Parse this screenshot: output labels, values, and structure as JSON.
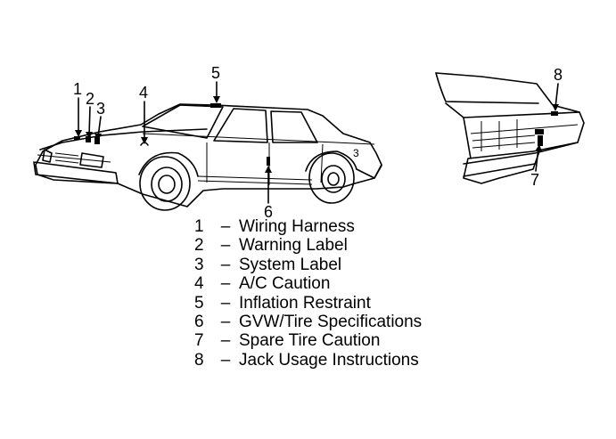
{
  "callouts": {
    "front_car": [
      "1",
      "2",
      "3",
      "4",
      "5",
      "6"
    ],
    "rear_car": [
      "7",
      "8"
    ]
  },
  "legend": [
    {
      "num": "1",
      "dash": "–",
      "label": "Wiring Harness"
    },
    {
      "num": "2",
      "dash": "–",
      "label": "Warning Label"
    },
    {
      "num": "3",
      "dash": "–",
      "label": "System Label"
    },
    {
      "num": "4",
      "dash": "–",
      "label": "A/C Caution"
    },
    {
      "num": "5",
      "dash": "–",
      "label": "Inflation Restraint"
    },
    {
      "num": "6",
      "dash": "–",
      "label": "GVW/Tire Specifications"
    },
    {
      "num": "7",
      "dash": "–",
      "label": "Spare Tire Caution"
    },
    {
      "num": "8",
      "dash": "–",
      "label": "Jack Usage Instructions"
    }
  ]
}
